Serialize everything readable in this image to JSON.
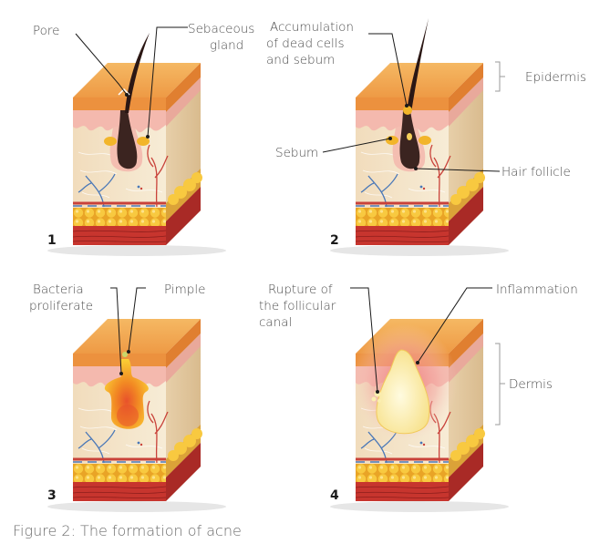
{
  "panels": [
    {
      "number": "1",
      "labels": {
        "pore": "Pore",
        "sebaceous_gland": [
          "Sebaceous",
          "gland"
        ]
      }
    },
    {
      "number": "2",
      "labels": {
        "accumulation": [
          "Accumulation",
          "of dead cells",
          "and sebum"
        ],
        "sebum": "Sebum",
        "hair_follicle": "Hair follicle",
        "epidermis": "Epidermis"
      }
    },
    {
      "number": "3",
      "labels": {
        "bacteria": [
          "Bacteria",
          "proliferate"
        ],
        "pimple": "Pimple"
      }
    },
    {
      "number": "4",
      "labels": {
        "rupture": [
          "Rupture of",
          "the follicular",
          "canal"
        ],
        "inflammation": "Inflammation",
        "dermis": "Dermis"
      }
    }
  ],
  "caption": "Figure 2: The formation of acne",
  "colors": {
    "epidermis_top": "#f0a24b",
    "epidermis_side": "#e98a3c",
    "papillary": "#f4b9ae",
    "dermis": "#f3e4c8",
    "fat": "#f6c03b",
    "muscle": "#c7352e",
    "vessel_red": "#c9423a",
    "vessel_blue": "#4a78b8",
    "follicle": "#3b2420",
    "sebum": "#f2b52a",
    "pus": "#fbefb0",
    "inflammation": "#f29a9a"
  }
}
